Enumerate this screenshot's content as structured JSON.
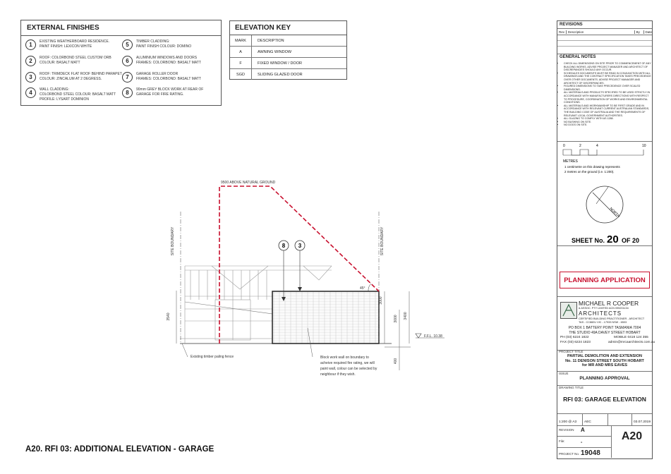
{
  "external_finishes": {
    "heading": "EXTERNAL FINISHES",
    "items": [
      {
        "num": "1",
        "text": [
          "EXISTING WEATHERBOARD RESIDENCE.",
          "PAINT FINISH: LEXICON WHITE"
        ]
      },
      {
        "num": "2",
        "text": [
          "ROOF: COLORBOND STEEL CUSTOM ORB",
          "COLOUR: BASALT MATT"
        ]
      },
      {
        "num": "3",
        "text": [
          "ROOF: TRIMDECK FLAT ROOF BEHIND PARAPET",
          "COLOUR: ZINCALUM AT 2 DEGRESS."
        ]
      },
      {
        "num": "4",
        "text": [
          "WALL CLADDING:",
          "COLORBOND STEEL COLOUR: BASALT MATT",
          "PROFILE: LYSART DOMINION"
        ]
      },
      {
        "num": "5",
        "text": [
          "TIMBER CLADDING:",
          "PAINT FINISH COLOUR: DOMINO"
        ]
      },
      {
        "num": "6",
        "text": [
          "ALUMINIUM WINDOWS AND DOORS",
          "FRAMES: COLORBOND: BASALT MATT"
        ]
      },
      {
        "num": "7",
        "text": [
          "GARAGE ROLLER DOOR",
          "FRAMES: COLORBOND: BASALT MATT"
        ]
      },
      {
        "num": "8",
        "text": [
          "90mm GREY BLOCK WORK AT REAR OF",
          "GARAGE FOR FIRE RATING."
        ]
      }
    ]
  },
  "elevation_key": {
    "heading": "ELEVATION KEY",
    "col_mark": "MARK",
    "col_desc": "DESCRIPTION",
    "rows": [
      {
        "mark": "A",
        "desc": "AWNING WINDOW"
      },
      {
        "mark": "F",
        "desc": "FIXED WINDOW / DOOR"
      },
      {
        "mark": "SGD",
        "desc": "SLIDING GLAZED DOOR"
      }
    ]
  },
  "drawing": {
    "height_limit": "9500 ABOVE NATURAL GROUND",
    "site_boundary_left": "SITE BOUNDARY",
    "site_boundary_right": "SITE BOUNDARY",
    "callout_a": "8",
    "callout_b": "3",
    "angle": "45°",
    "dim_left": "3540",
    "dim_wall": "3000",
    "dim_total": "3400",
    "dim_right": "3000",
    "dim_below": "400",
    "ffl": "F.F.L. 10.38",
    "note_fence": "Existing timber paling fence",
    "note_block": [
      "Block work wall on boundary to",
      "acheive required fire rating, we will",
      "paint wall, colour can be selected by",
      "neighbour if they wish."
    ]
  },
  "title_block": {
    "revisions_heading": "REVISIONS",
    "rev_col": "Rev",
    "desc_col": "Description",
    "by_col": "By",
    "date_col": "Date",
    "general_notes_heading": "GENERAL NOTES",
    "general_notes": [
      "CHECK ALL DIMENSIONS ON SITE PRIOR TO COMMENCEMENT OF ANY BUILDING WORKS. ADVISE PROJECT MANAGER AND ARCHITECT OF DISCREPANCIES SHOULD ANY OCCUR.",
      "SCHEDULES DOCUMENTS MUST BE READ IN CONJUNCTION WITH ALL DRAWINGS AND THE CONTRACT SPECIFICATION TAKES PRECEDENCE OVER OTHER DOCUMENTS. ADVISE PROJECT MANAGER AND ARCHITECT OF DISCREPANCIES.",
      "FIGURED DIMENSIONS TO TAKE PRECEDENCE OVER SCALED DIMENSIONS.",
      "ALL MATERIALS AND PRODUCTS SPECIFIED TO BE USED STRICTLY IN ACCORDANCE WITH MANUFACTURERS DIRECTIONS WITH RESPECT TO PROCEDURE, COORDINATION OF WORKS AND ENVIRONMENTAL CONDITIONS.",
      "ALL MATERIALS AND WORKMANSHIP TO BE FIRST GRADE AND IN ACCORDANCE WITH RELEVANT CURRENT AUSTRALIAN STANDARDS, THE BUILDING CODE OF AUSTRALIA AND THE REQUIREMENTS OF RELEVANT LOCAL GOVERNMENT AUTHORITIES.",
      "ALL GLAZING TO COMPLY WITH AS 1288.",
      "NO BUSHING ON SITE.",
      "NO DOGS ON SITE."
    ],
    "scale_ticks": [
      "0",
      "2",
      "4",
      "10"
    ],
    "scale_unit": "METRES",
    "scale_note": [
      "1 centimetre on this drawing represents",
      "2 metres on the ground (i.e. 1:200)."
    ],
    "north_label": "NORTH",
    "sheet_prefix": "SHEET No.",
    "sheet_number": "20",
    "sheet_of": "OF 20",
    "application": "PLANNING APPLICATION",
    "company_name": "MICHAEL R COOPER",
    "company_sub": "& ASSOC. PTY LIMITED   ACN 095201134",
    "company_architects": "ARCHITECTS",
    "company_cert": "CERTIFIED BUILDING PRACTITIONER - ARCHITECT",
    "company_reg": "TAS - CC882U    VIC - 17933    NSW - 6503",
    "address_1": "PO BOX 1 BATTERY POINT TASMANIA 7004",
    "address_2": "THE STUDIO 49A DAVEY STREET HOBART",
    "phone": "PH   (03) 6224 1822",
    "mobile": "MOBILE 0418 124 355",
    "fax": "FAX   (03) 6224 1823",
    "email": "admin@mrcaarchitects.com.au",
    "project_title_label": "PROJECT TITLE",
    "project_title": [
      "PARTIAL DEMOLITION AND EXTENSION",
      "No. 11 DENISON STREET SOUTH HOBART",
      "for MR AND MRS EAVES"
    ],
    "issue_label": "ISSUE",
    "issue": "PLANNING APPROVAL",
    "drawing_title_label": "DRAWING TITLE",
    "drawing_title": "RFI 03: GARAGE ELEVATION",
    "scale_value": "1:200 @ A3",
    "drawn_by": "AEC",
    "date_value": "03.07.2019",
    "revision_label": "REVISION",
    "revision_value": "A",
    "file_label": "File:",
    "file_value": "-",
    "project_no_label": "PROJECT No.",
    "project_no": "19048",
    "sheet_code": "A20"
  },
  "sheet_title": "A20. RFI 03: ADDITIONAL ELEVATION - GARAGE",
  "colors": {
    "accent_red": "#c8102e",
    "line": "#333333"
  }
}
